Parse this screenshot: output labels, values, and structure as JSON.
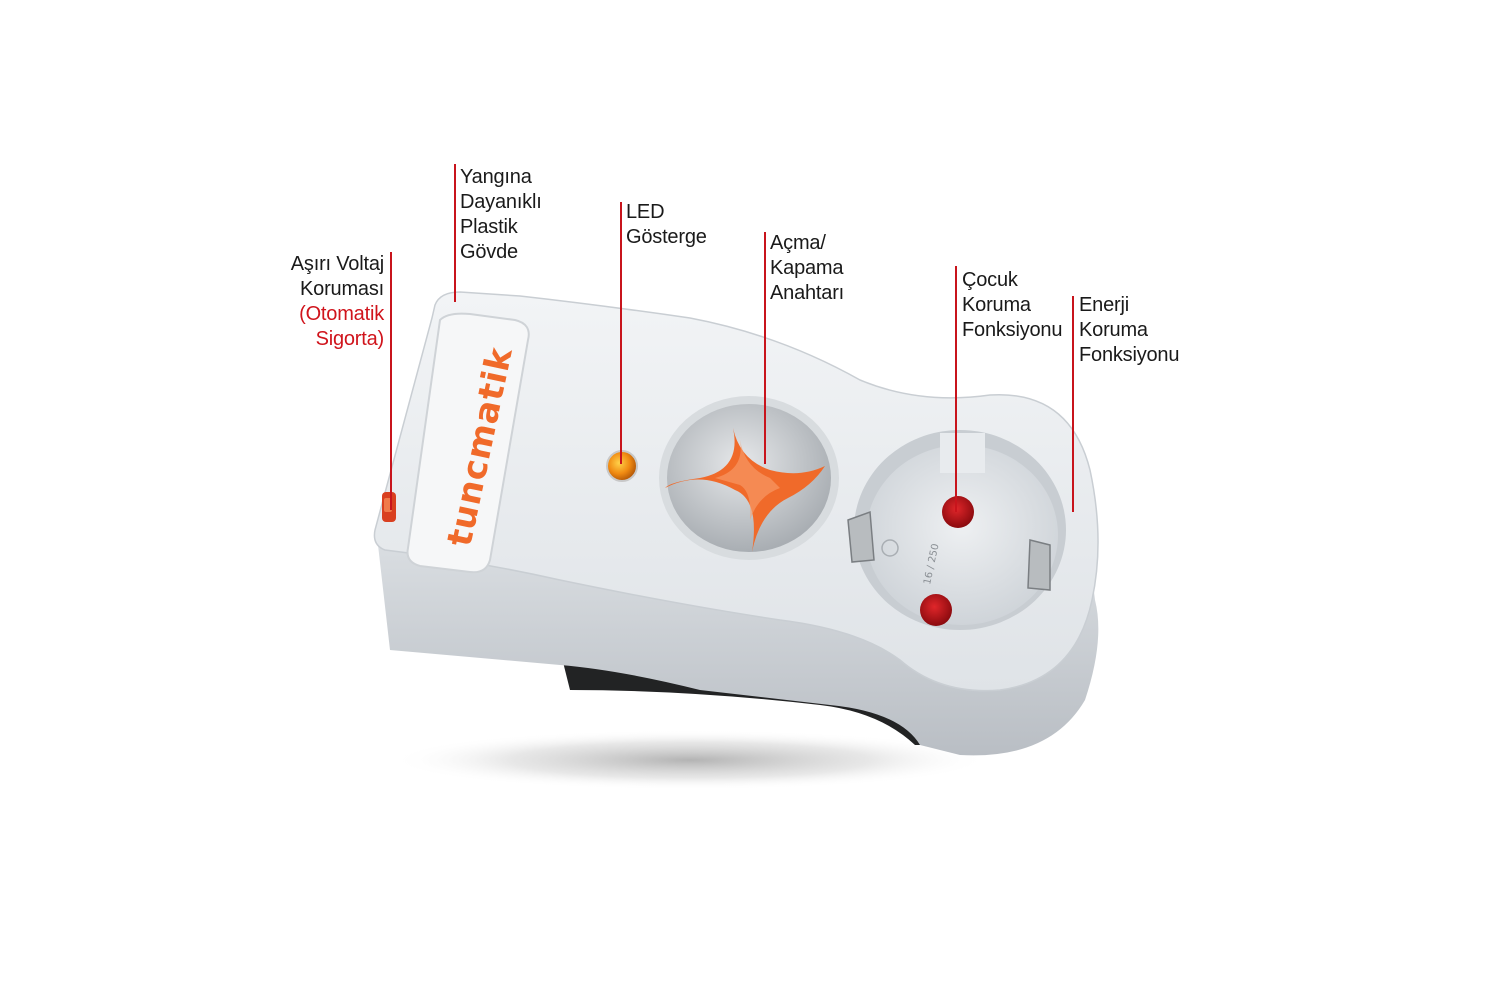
{
  "brand": {
    "name": "tuncmatik",
    "color": "#f06a2a"
  },
  "colors": {
    "leader": "#c8141c",
    "accent_text": "#d0141c",
    "body": "#e8ebee",
    "button_orange": "#f06a2a"
  },
  "socket": {
    "rating": "16 / 250"
  },
  "callouts": {
    "overvoltage": {
      "line1": "Aşırı Voltaj",
      "line2": "Koruması",
      "line3": "(Otomatik",
      "line4": "Sigorta)"
    },
    "body": {
      "line1": "Yangına",
      "line2": "Dayanıklı",
      "line3": "Plastik",
      "line4": "Gövde"
    },
    "led": {
      "line1": "LED",
      "line2": "Gösterge"
    },
    "switch": {
      "line1": "Açma/",
      "line2": "Kapama",
      "line3": "Anahtarı"
    },
    "child": {
      "line1": "Çocuk",
      "line2": "Koruma",
      "line3": "Fonksiyonu"
    },
    "energy": {
      "line1": "Enerji",
      "line2": "Koruma",
      "line3": "Fonksiyonu"
    }
  }
}
